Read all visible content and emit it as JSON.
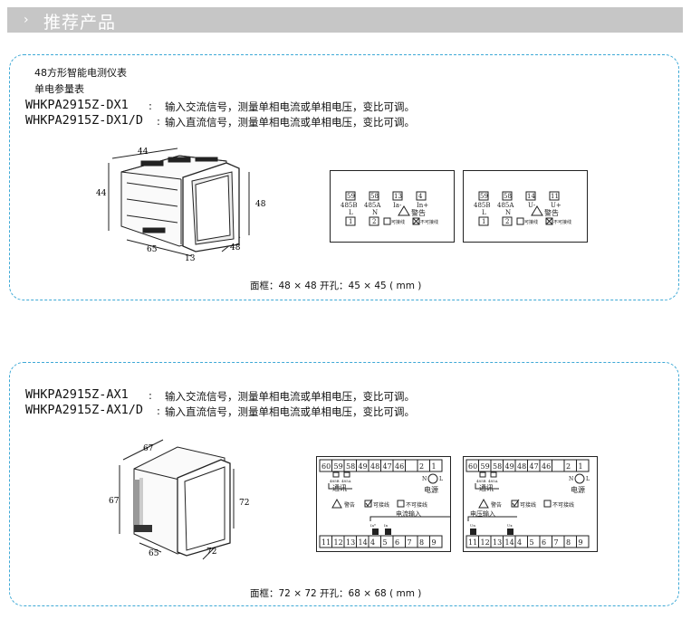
{
  "header": {
    "arrow": "›",
    "title": "推荐产品"
  },
  "products": [
    {
      "title_line1": "48方形智能电测仪表",
      "title_line2": "单电参量表",
      "models": [
        {
          "code": "WHKPA2915Z-DX1",
          "sep": " :",
          "desc": "输入交流信号，测量单相电流或单相电压，变比可调。"
        },
        {
          "code": "WHKPA2915Z-DX1/D",
          "sep": ":",
          "desc": "输入直流信号，测量单相电流或单相电压，变比可调。"
        }
      ],
      "dims": {
        "w": "44",
        "h": "44",
        "front": "48",
        "depth": "65",
        "bezel": "13",
        "side": "48"
      },
      "diagrams": [
        {
          "t1": "59",
          "t2": "58",
          "t3": "13",
          "t4": "4",
          "l1": "485B",
          "l2": "485A",
          "l3": "Ia-",
          "l4": "In+",
          "s1": "L",
          "s2": "N",
          "b1": "1",
          "b2": "2",
          "warn": "警告",
          "ok": "可接线",
          "no": "不可接线"
        },
        {
          "t1": "59",
          "t2": "58",
          "t3": "14",
          "t4": "11",
          "l1": "485B",
          "l2": "485A",
          "l3": "U-",
          "l4": "U+",
          "s1": "L",
          "s2": "N",
          "b1": "1",
          "b2": "2",
          "warn": "警告",
          "ok": "可接线",
          "no": "不可接线"
        }
      ],
      "footer": "面框：48 × 48   开孔：45 × 45 ( mm )"
    },
    {
      "models": [
        {
          "code": "WHKPA2915Z-AX1",
          "sep": " :",
          "desc": "输入交流信号，测量单相电流或单相电压，变比可调。"
        },
        {
          "code": "WHKPA2915Z-AX1/D",
          "sep": ":",
          "desc": "输入直流信号，测量单相电流或单相电压，变比可调。"
        }
      ],
      "dims": {
        "w": "67",
        "h": "67",
        "front": "72",
        "depth": "65",
        "side": "72"
      },
      "diagrams": [
        {
          "top": [
            "60",
            "59",
            "58",
            "49",
            "48",
            "47",
            "46",
            "",
            "2",
            "1"
          ],
          "bottom": [
            "11",
            "12",
            "13",
            "14",
            "4",
            "5",
            "6",
            "7",
            "8",
            "9"
          ],
          "comm": "通讯",
          "c1": "485B",
          "c2": "485A",
          "n": "N",
          "l": "L",
          "power": "电源",
          "warn": "警告",
          "ok": "可接线",
          "no": "不可接线",
          "input": "电流输入",
          "i1": "Ia*",
          "i2": "In"
        },
        {
          "top": [
            "60",
            "59",
            "58",
            "49",
            "48",
            "47",
            "46",
            "",
            "2",
            "1"
          ],
          "bottom": [
            "11",
            "12",
            "13",
            "14",
            "4",
            "5",
            "6",
            "7",
            "8",
            "9"
          ],
          "comm": "通讯",
          "c1": "485B",
          "c2": "485A",
          "n": "N",
          "l": "L",
          "power": "电源",
          "warn": "警告",
          "ok": "可接线",
          "no": "不可接线",
          "input": "电压输入",
          "i1": "Un",
          "i2": "Ux"
        }
      ],
      "footer": "面框：72 × 72   开孔：68 × 68 ( mm )"
    }
  ]
}
